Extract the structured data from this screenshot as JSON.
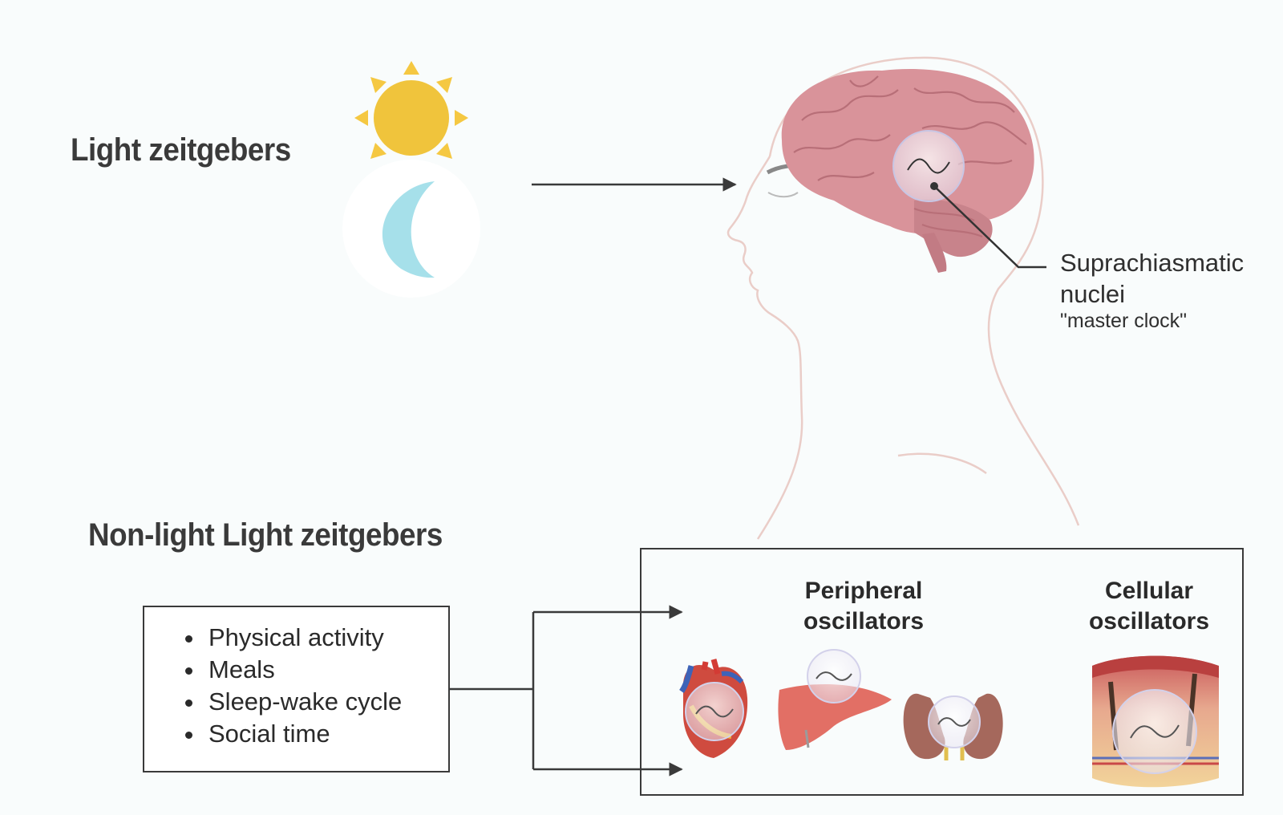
{
  "light_zeitgebers": {
    "heading": "Light zeitgebers",
    "icons": [
      "sun-icon",
      "moon-icon"
    ]
  },
  "brain": {
    "label": "Suprachiasmatic\nnuclei",
    "sublabel": "\"master clock\""
  },
  "non_light_zeitgebers": {
    "heading": "Non-light Light zeitgebers",
    "items": [
      "Physical activity",
      "Meals",
      "Sleep-wake cycle",
      "Social time"
    ]
  },
  "oscillators": {
    "peripheral_title": "Peripheral oscillators",
    "cellular_title": "Cellular oscillators",
    "organ_icons": [
      "heart-icon",
      "liver-icon",
      "kidneys-icon",
      "skin-tissue-icon"
    ]
  },
  "colors": {
    "sun": "#f0c43c",
    "moon": "#a6e0ea",
    "brain": "#d9939a",
    "skin_outline": "#eacdc8",
    "text": "#333333",
    "box_border": "#3a3a3a",
    "background": "#f9fcfc"
  }
}
